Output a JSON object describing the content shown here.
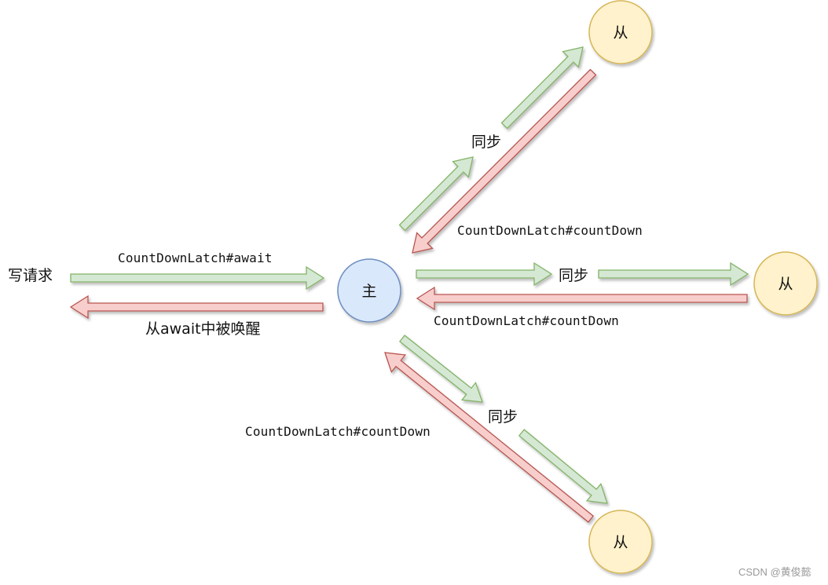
{
  "colors": {
    "master_fill": "#dae8fc",
    "master_stroke": "#6c8ebf",
    "slave_fill": "#fff2cc",
    "slave_stroke": "#d6b656",
    "green_fill": "#d5e8d4",
    "green_stroke": "#82b366",
    "red_fill": "#f8cecc",
    "red_stroke": "#b85450"
  },
  "nodes": {
    "master": "主",
    "slave_top": "从",
    "slave_right": "从",
    "slave_bottom": "从"
  },
  "labels": {
    "write_request": "写请求",
    "await": "CountDownLatch#await",
    "woken": "从await中被唤醒",
    "sync_top": "同步",
    "sync_right": "同步",
    "sync_bottom": "同步",
    "countdown_top": "CountDownLatch#countDown",
    "countdown_right": "CountDownLatch#countDown",
    "countdown_bottom": "CountDownLatch#countDown"
  },
  "watermark": "CSDN @黄俊懿"
}
